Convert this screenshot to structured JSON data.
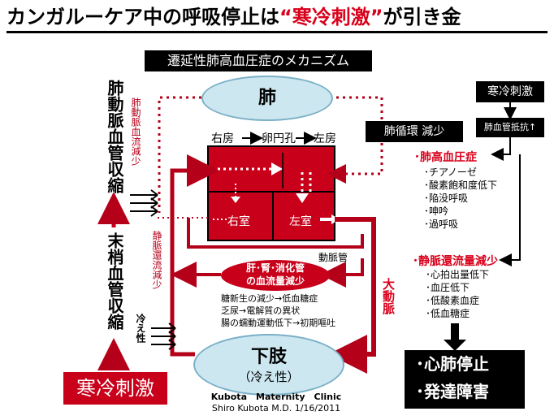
{
  "title": {
    "main": "カンガルーケア中の呼吸停止は",
    "accent": "“寒冷刺激”",
    "tail": "が引き金"
  },
  "subtitle": "遷延性肺高血圧症のメカニズム",
  "lung": "肺",
  "lower_body": {
    "name": "下肢",
    "sub": "（冷え性）"
  },
  "atrium_line": {
    "right_atrium": "右房",
    "foramen": "卵円孔",
    "left_atrium": "左房"
  },
  "ventricles": {
    "right": "右室",
    "left": "左室"
  },
  "arteries": {
    "ductus": "動脈管",
    "aorta": "大動脈"
  },
  "organs": {
    "line1": "肝･腎･消化管",
    "line2": "の血流量減少"
  },
  "organ_effects": [
    "糖新生の減少→低血糖症",
    "乏尿→電解質の異状",
    "腸の蠕動運動低下→初期嘔吐"
  ],
  "left_column": {
    "top": "肺動脈血管収縮",
    "bottom": "末梢血管収縮",
    "cold": "寒冷刺激"
  },
  "flow_labels": {
    "pul_flow": "肺動脈血流減少",
    "venous_return": "静脈還流減少",
    "cold_feel": "冷え性",
    "pul_circ": "肺循環 減少"
  },
  "right_panel": {
    "cold": "寒冷刺激",
    "resistance": "肺血管抵抗↑",
    "ph_head": "･肺高血圧症",
    "ph_items": [
      "･チアノーゼ",
      "･酸素飽和度低下",
      "･陥没呼吸",
      "･呻吟",
      "･過呼吸"
    ],
    "vr_head": "･静脈還流量減少",
    "vr_items": [
      "･心拍出量低下",
      "･血圧低下",
      "･低酸素血症",
      "･低血糖症"
    ],
    "outcome": [
      "･心肺停止",
      "･発達障害"
    ]
  },
  "credit": {
    "line1": "Kubota　Maternity　Clinic",
    "line2": "Shiro Kubota M.D. 1/16/2011"
  },
  "colors": {
    "red": "#c8001a",
    "accent": "#d9001b",
    "lung_fill": "#cde7f0"
  }
}
